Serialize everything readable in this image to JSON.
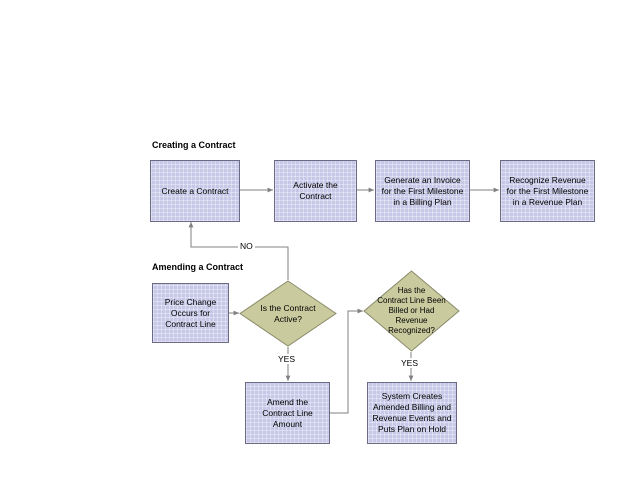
{
  "diagram": {
    "title_creating": "Creating a Contract",
    "title_amending": "Amending a Contract",
    "colors": {
      "process_fill": "#c7c8e8",
      "decision_fill": "#c9cb9e",
      "node_border": "#6b6b84",
      "decision_border": "#8a8a6a",
      "connector": "#808080",
      "text": "#000000",
      "background": "#ffffff"
    },
    "nodes": {
      "create_contract": "Create a Contract",
      "activate_contract": "Activate the\nContract",
      "generate_invoice": "Generate an Invoice\nfor the First Milestone\nin a Billing Plan",
      "recognize_revenue": "Recognize Revenue\nfor the First Milestone\nin a Revenue Plan",
      "price_change": "Price Change\nOccurs for\nContract Line",
      "is_contract_active": "Is the Contract\nActive?",
      "billed_or_recognized": "Has the\nContract Line Been\nBilled or Had\nRevenue\nRecognized?",
      "amend_contract_line": "Amend the\nContract Line\nAmount",
      "system_creates": "System Creates\nAmended Billing and\nRevenue Events and\nPuts Plan on Hold"
    },
    "edge_labels": {
      "no_branch": "NO",
      "yes_active": "YES",
      "yes_billed": "YES"
    }
  }
}
